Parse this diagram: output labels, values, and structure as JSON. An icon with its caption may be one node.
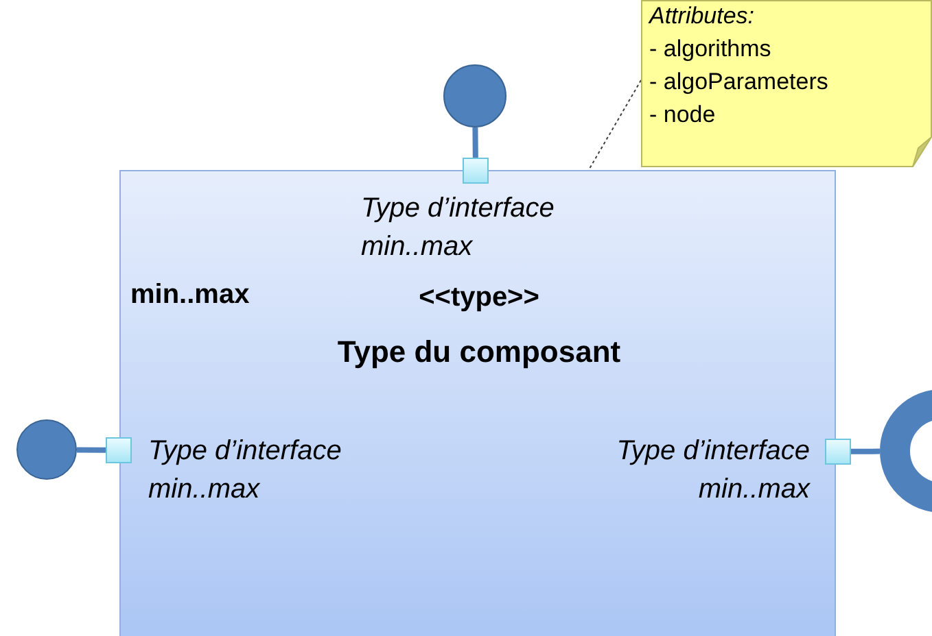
{
  "diagram": {
    "nodes": [
      {
        "text": [
          "min..max",
          "<<type>>",
          "Type du composant"
        ]
      },
      {
        "text": [],
        "shape": "box",
        "beside": [
          "Type d’interface min..max"
        ]
      },
      {
        "text": [],
        "shape": "circle"
      },
      {
        "text": [],
        "shape": "box",
        "beside": [
          "Type d’interface min..max"
        ]
      },
      {
        "text": [],
        "shape": "circle"
      },
      {
        "text": [],
        "shape": "box",
        "beside": [
          "Type d’interface min..max"
        ]
      },
      {
        "text": [],
        "shape": "ring"
      },
      {
        "text": [
          "Attributes:",
          "- algorithms",
          "- algoParameters",
          "- node"
        ]
      }
    ],
    "edges": [
      {
        "from": 1,
        "to": 2,
        "arrow": "none"
      },
      {
        "from": 3,
        "to": 4,
        "arrow": "none"
      },
      {
        "from": 5,
        "to": 6,
        "arrow": "none"
      },
      {
        "from": 7,
        "to": 0,
        "arrow": "none",
        "style": "dashed",
        "color": "#404040"
      }
    ]
  }
}
